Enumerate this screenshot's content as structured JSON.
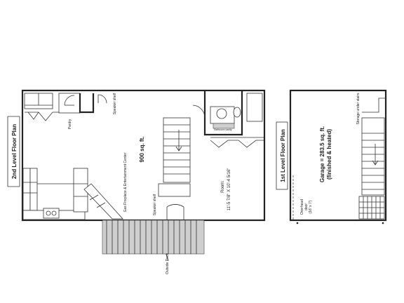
{
  "second_level": {
    "title": "2nd Level Floor Plan",
    "area": "900 sq. ft.",
    "pantry": "Pantry",
    "speaker_shelf_top": "Speaker shelf",
    "speaker_shelf_bottom": "Speaker shelf",
    "fireplace": "Gas Fireplace & Entertainment Center",
    "room_line1": "Room:",
    "room_line2": "11'-5 7/8\" X 10'-4 5/16\"",
    "bathroom_vanity": "Bathroom vanity",
    "deck": "Outside Deck"
  },
  "first_level": {
    "title": "1st Level Floor Plan",
    "garage_line1": "Garage = 283.5 sq. ft.",
    "garage_line2": "(finished & heated)",
    "storage": "Storage under stairs",
    "door_line1": "Overhead",
    "door_line2": "door",
    "door_line3": "(16' x 7')"
  }
}
